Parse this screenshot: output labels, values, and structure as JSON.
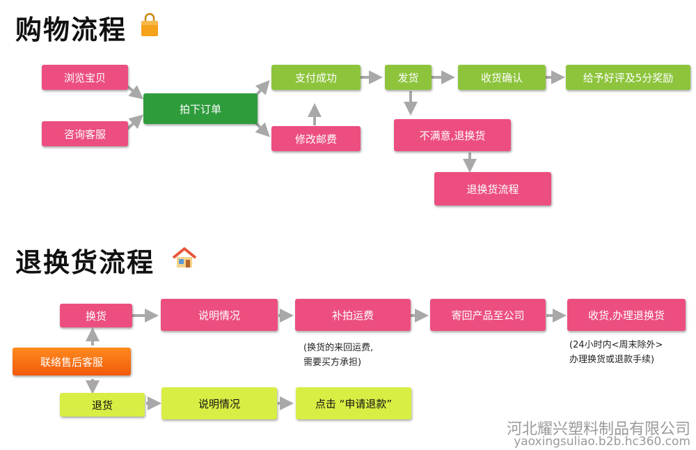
{
  "section1": {
    "title": "购物流程",
    "icon": "shopping-bag-icon",
    "nodes": {
      "browse": "浏览宝贝",
      "consult": "咨询客服",
      "order": "拍下订单",
      "paid": "支付成功",
      "modify": "修改邮费",
      "ship": "发货",
      "confirm": "收货确认",
      "review": "给予好评及5分奖励",
      "unsatisfied": "不满意,退换货",
      "return_flow": "退换货流程"
    }
  },
  "section2": {
    "title": "退换货流程",
    "icon": "house-icon",
    "nodes": {
      "contact": "联络售后客服",
      "exchange": "换货",
      "explain1": "说明情况",
      "pay_shipping": "补拍运费",
      "send_back": "寄回产品至公司",
      "receive": "收货,办理退换货",
      "refund": "退货",
      "explain2": "说明情况",
      "apply_refund": "点击 “申请退款”"
    },
    "notes": {
      "shipping_line1": "(换货的来回运费,",
      "shipping_line2": "需要买方承担)",
      "time_line1": "(24小时内<周末除外>",
      "time_line2": "办理换货或退款手续)"
    }
  },
  "watermark": {
    "company": "河北耀兴塑料制品有限公司",
    "url": "yaoxingsuliao.b2b.hc360.com"
  },
  "colors": {
    "pink": "#ec4f7f",
    "green": "#8dc43c",
    "dark_green": "#2f9c3c",
    "yellow": "#d9ee44",
    "orange": "#f15a0b",
    "arrow": "#a8a8a8"
  }
}
